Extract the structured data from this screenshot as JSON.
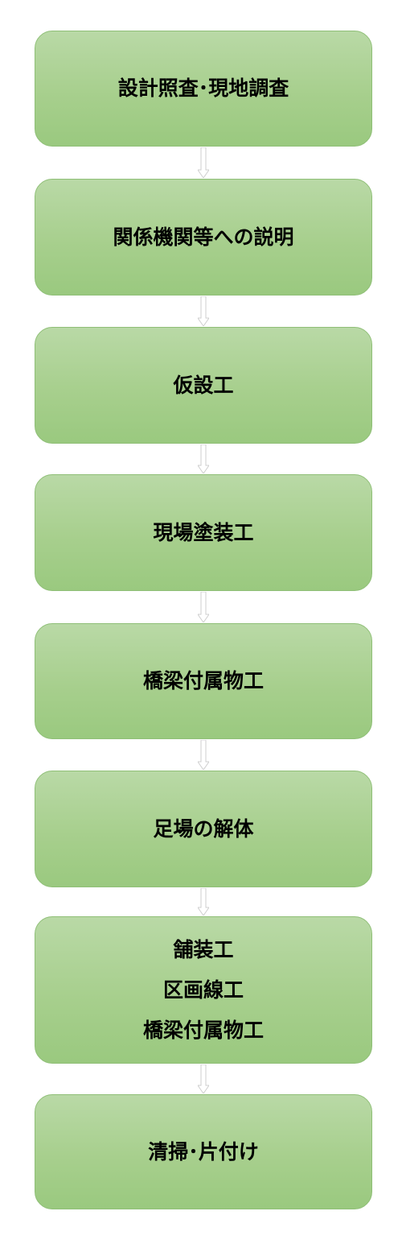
{
  "flow": {
    "steps": [
      {
        "lines": [
          "設計照査･現地調査"
        ]
      },
      {
        "lines": [
          "関係機関等への説明"
        ]
      },
      {
        "lines": [
          "仮設工"
        ]
      },
      {
        "lines": [
          "現場塗装工"
        ]
      },
      {
        "lines": [
          "橋梁付属物工"
        ]
      },
      {
        "lines": [
          "足場の解体"
        ]
      },
      {
        "lines": [
          "舗装工",
          "区画線工",
          "橋梁付属物工"
        ]
      },
      {
        "lines": [
          "清掃･片付け"
        ]
      }
    ]
  },
  "colors": {
    "box_fill_top": "#b9d9a6",
    "box_fill_bottom": "#9ac97f",
    "box_border": "#8fbf77",
    "arrow_stroke": "#cfcfcf"
  }
}
